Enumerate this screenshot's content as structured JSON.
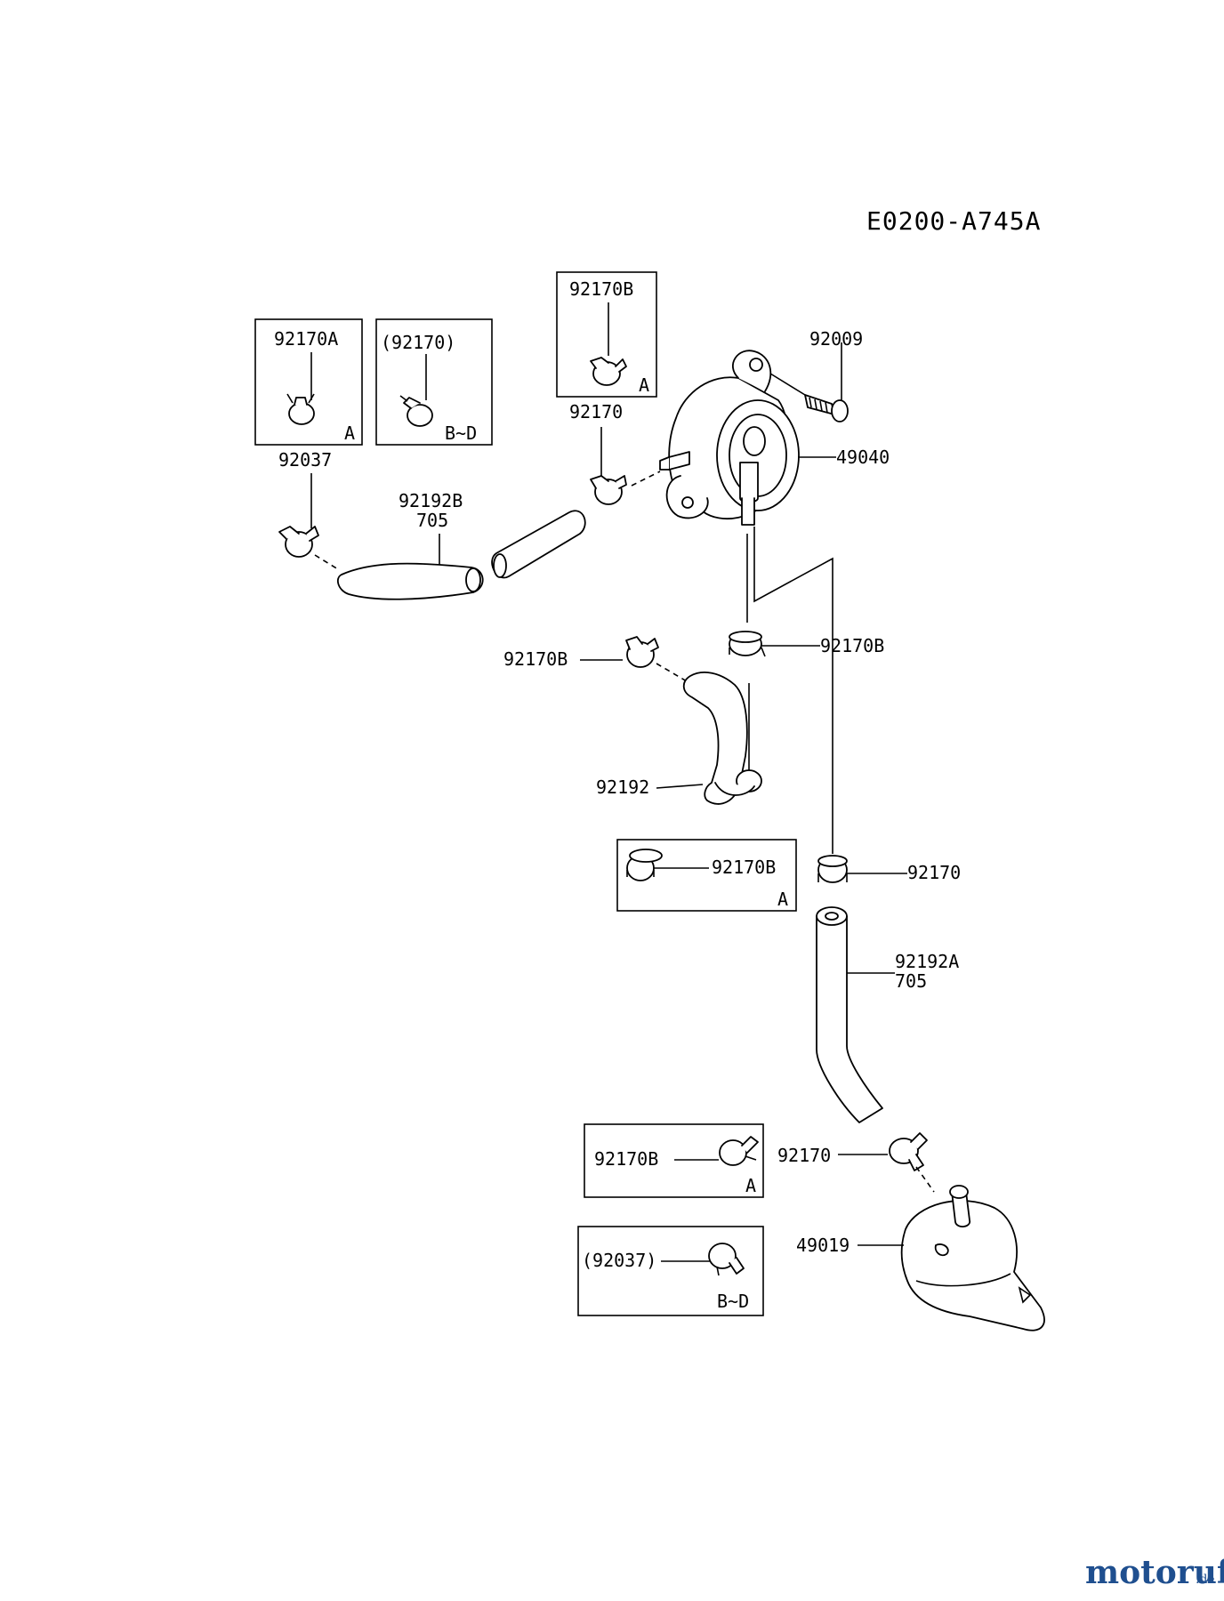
{
  "diagram_code": "E0200-A745A",
  "labels": {
    "p92170A_box": "92170A",
    "p92170_paren_box": "(92170)",
    "p92170B_top_box": "92170B",
    "p92009": "92009",
    "p92170_top": "92170",
    "p49040": "49040",
    "p92037": "92037",
    "p92192B": "92192B",
    "p92192B_sub": "705",
    "p92170B_left": "92170B",
    "p92170B_right": "92170B",
    "p92192": "92192",
    "p92170B_mid_box": "92170B",
    "p92170_mid": "92170",
    "p92192A": "92192A",
    "p92192A_sub": "705",
    "p92170B_low_box": "92170B",
    "p92170_low": "92170",
    "p92037_paren_box": "(92037)",
    "p49019": "49019"
  },
  "variants": {
    "box1": "A",
    "box2": "B~D",
    "box3": "A",
    "box4": "A",
    "box5": "A",
    "box6": "B~D"
  },
  "watermark": {
    "brand": "motoruf",
    "tld": ".de",
    "color": "#1f4f8f"
  }
}
